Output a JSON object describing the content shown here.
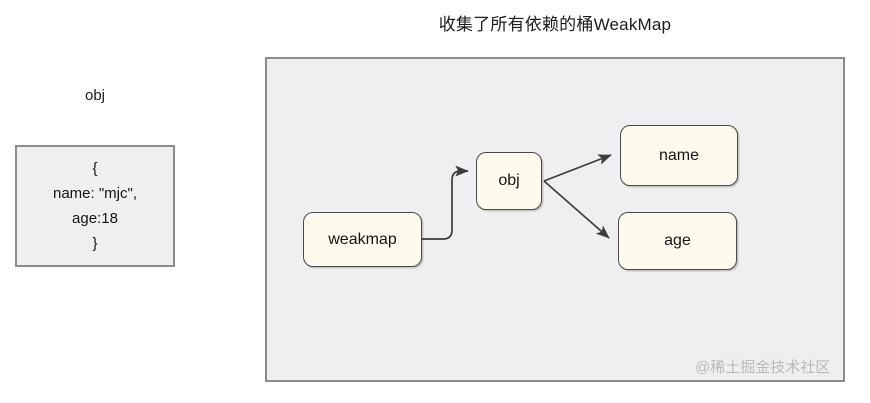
{
  "diagram": {
    "title": "收集了所有依赖的桶WeakMap",
    "type": "flow-diagram"
  },
  "left_panel": {
    "caption": "obj",
    "code_lines": [
      "{",
      "name: \"mjc\",",
      "age:18",
      "}"
    ]
  },
  "main_panel": {
    "nodes": [
      {
        "id": "weakmap",
        "label": "weakmap"
      },
      {
        "id": "obj",
        "label": "obj"
      },
      {
        "id": "name",
        "label": "name"
      },
      {
        "id": "age",
        "label": "age"
      }
    ],
    "edges": [
      {
        "from": "weakmap",
        "to": "obj",
        "style": "orthogonal-curve"
      },
      {
        "from": "obj",
        "to": "name",
        "style": "straight"
      },
      {
        "from": "obj",
        "to": "age",
        "style": "straight"
      }
    ]
  },
  "watermark": {
    "text": "@稀土掘金技术社区"
  },
  "colors": {
    "panel_fill": "#efefef",
    "panel_border": "#8c8c8c",
    "node_fill": "#fdfbee",
    "node_border": "#4a4a4a",
    "arrow": "#3c3c3c",
    "text": "#141414",
    "watermark": "#b9b9b9",
    "background": "#ffffff"
  }
}
